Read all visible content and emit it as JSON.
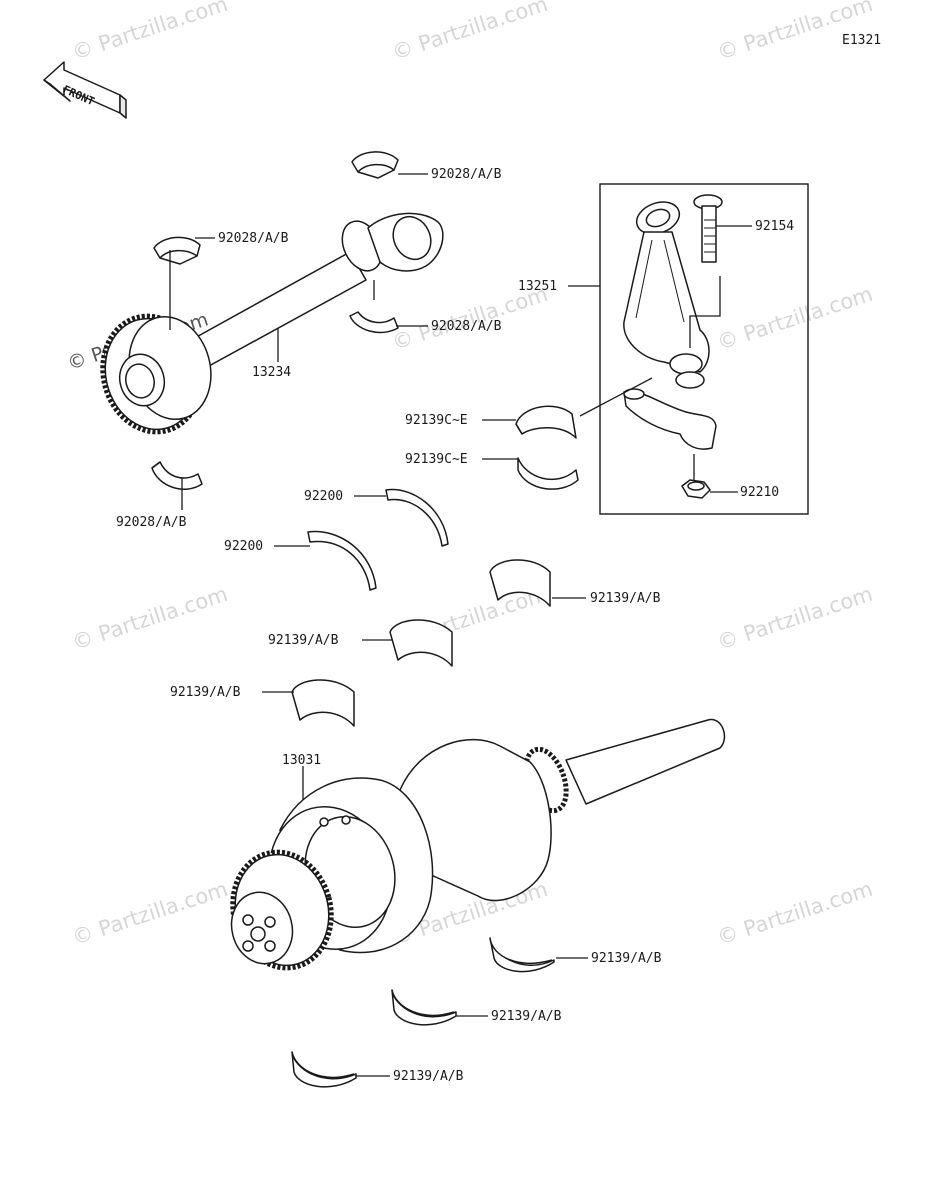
{
  "diagram_code": "E1321",
  "front_label": "FRONT",
  "watermark": "© Partzilla.com",
  "parts": {
    "balancer_shaft": "13234",
    "connecting_rod": "13251",
    "crankshaft": "13031",
    "rod_bolt": "92154",
    "rod_nut": "92210",
    "thrust_washer": "92200",
    "balancer_bearing": "92028/A/B",
    "rod_bearing": "92139C~E",
    "main_bearing": "92139/A/B"
  }
}
